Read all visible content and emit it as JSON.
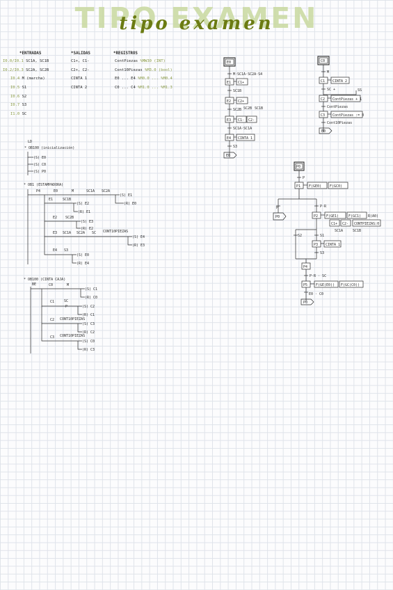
{
  "title": {
    "shadow": "TIPO EXAMEN",
    "main": "tipo examen"
  },
  "io": {
    "entradas": {
      "heading": "*ENTRADAS",
      "rows": [
        {
          "addr": "I0.0/I0.1",
          "name": "SC1A, SC1B"
        },
        {
          "addr": "I0.2/I0.3",
          "name": "SC2A, SC2B"
        },
        {
          "addr": "I0.4",
          "name": "M (marcha)"
        },
        {
          "addr": "I0.5",
          "name": "S1"
        },
        {
          "addr": "I0.6",
          "name": "S2"
        },
        {
          "addr": "I0.7",
          "name": "S3"
        },
        {
          "addr": "I1.0",
          "name": "SC"
        }
      ]
    },
    "salidas": {
      "heading": "*SALIDAS",
      "rows": [
        "C1+, C1-",
        "C2+, C2-",
        "CINTA 1",
        "CINTA 2"
      ]
    },
    "registros": {
      "heading": "*REGISTROS",
      "rows": [
        {
          "name": "ContPiezas",
          "addr": "%MW30 (INT)"
        },
        {
          "name": "Cont10Piezas",
          "addr": "%M3.0 (bool)"
        },
        {
          "name": "E0 ... E4",
          "addr": "%M0.0 ... %M0.4"
        },
        {
          "name": "C0 ... C4",
          "addr": "%M1.0 ... %M1.3"
        }
      ]
    }
  },
  "ladder": {
    "ld": "LD",
    "ob100": {
      "header": "* OB100 (inicialización)",
      "coils": [
        "(S) E0",
        "(S) C0",
        "(S) P0"
      ]
    },
    "ob1a": {
      "header": "* OB1 (ESTAMPADORA)",
      "r1": {
        "contacts": [
          "P4",
          "E0",
          "M",
          "SC1A",
          "SC2A"
        ],
        "coils": [
          "(S) E1",
          "(R) E0"
        ]
      },
      "r2": {
        "contacts": [
          "E1",
          "SC1B"
        ],
        "coils": [
          "(S) E2",
          "(R) E1"
        ]
      },
      "r3": {
        "contacts": [
          "E2",
          "SC2B"
        ],
        "coils": [
          "(S) E3",
          "(R) E2"
        ]
      },
      "r4": {
        "contacts": [
          "E3",
          "SC1A",
          "SC2A",
          "SC",
          "CONT10PIEZAS"
        ],
        "coils": [
          "(S) E4",
          "(R) E3"
        ]
      },
      "r5": {
        "contacts": [
          "E4",
          "S3"
        ],
        "coils": [
          "(S) E0",
          "(R) E4"
        ]
      }
    },
    "ob1b": {
      "header": "* OB100 (CINTA CAJA)",
      "sub": "BE",
      "r1": {
        "contacts": [
          "C0",
          "M"
        ],
        "coils": [
          "(S) C1",
          "(R) C0"
        ]
      },
      "r2": {
        "contacts": [
          "C1",
          "SC",
          "P"
        ],
        "coils": [
          "(S) C2",
          "(R) C1"
        ]
      },
      "r3": {
        "contacts": [
          "C2",
          "CONT10PIEZAS"
        ],
        "coils": [
          "(S) C3",
          "(R) C2"
        ]
      },
      "r4": {
        "contacts": [
          "C3",
          "CONT10PIEZAS"
        ],
        "coils": [
          "(S) C0",
          "(R) C3"
        ]
      }
    }
  },
  "grafcet_e": {
    "steps": [
      "E0",
      "E1",
      "E2",
      "E3",
      "E4"
    ],
    "transitions": [
      "M·SC1A·SC2A·S4",
      "SC1B",
      "SC2B",
      "SC1B",
      "SC1A·SC1A",
      "S3"
    ],
    "actions": {
      "E1": "C1+",
      "E2": "C2+",
      "E3a": "C1-",
      "E3b": "C2-",
      "E4": "CINTA 1"
    },
    "notes": {
      "sc2b2": "SC2B",
      "sc1b2": "SC1B"
    },
    "end": "E0"
  },
  "grafcet_c": {
    "steps": [
      "C0",
      "C1",
      "C2",
      "C3"
    ],
    "transitions": [
      "M",
      "SC +",
      "ContPiezas",
      "Cont10Piezas"
    ],
    "extra": "SS",
    "actions": {
      "C1": "CINTA 2",
      "C2": "ContPiezas + 1",
      "C3": "ContPiezas := 0"
    },
    "end": "E0"
  },
  "grafcet_p": {
    "steps": [
      "P0",
      "P1",
      "P2",
      "P3",
      "P4",
      "P5"
    ],
    "top": "P",
    "p1_actions": [
      "F(GE0)",
      "F(GC0)"
    ],
    "branch_left": "P",
    "branch_right": "P·R",
    "p2_actions": [
      "F(GE1)",
      "F(GC1)",
      "R(A0)"
    ],
    "p2_sub": [
      "C1+",
      "C2-",
      "CONTPIEZAS:0"
    ],
    "p2_notes": [
      "SC1A",
      "SC1B"
    ],
    "s2": "S2",
    "s1": "S1",
    "p3_action": "CINTA 1",
    "s3": "S3",
    "pr": "P·R · SC",
    "p5_actions": [
      "F(GE(E0))",
      "F(GC(C0))"
    ],
    "end": "E0 · C0"
  }
}
